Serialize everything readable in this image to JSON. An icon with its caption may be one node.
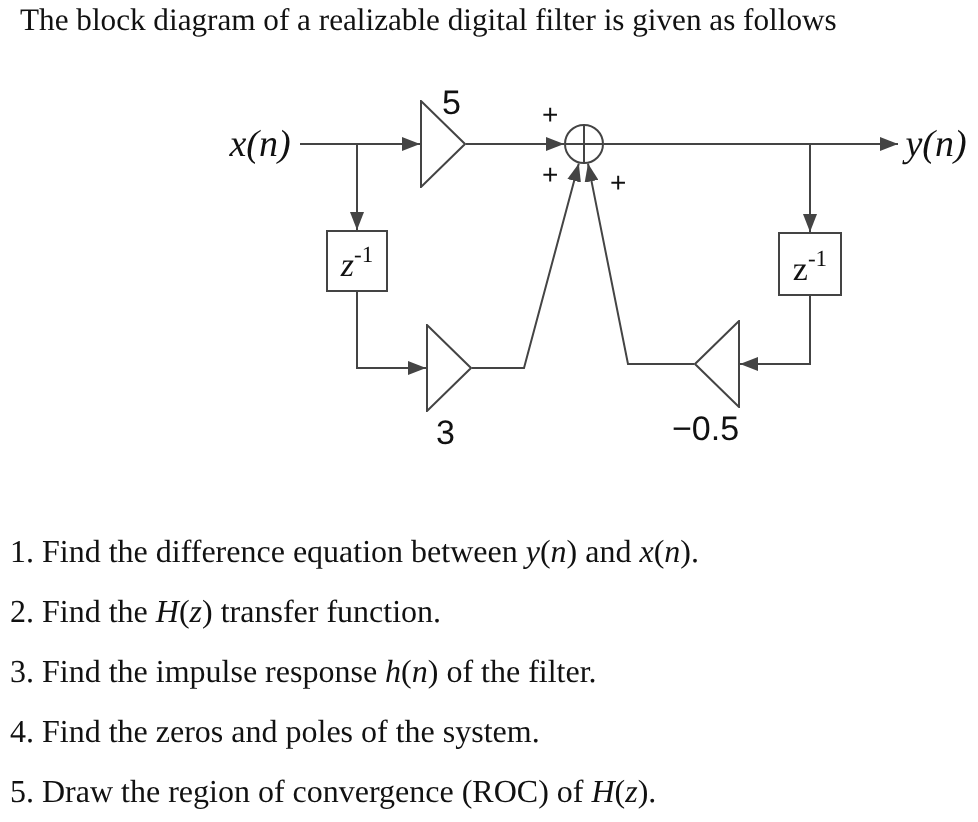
{
  "diagram": {
    "title": "The block diagram of a realizable digital filter is given as follows",
    "nodes": [
      {
        "text": [
          "x(n)"
        ]
      },
      {
        "text": [],
        "shape": "triangle",
        "beside": [
          "5"
        ]
      },
      {
        "text": [
          "*z*$^{-1}$"
        ]
      },
      {
        "text": [],
        "shape": "triangle",
        "beside": [
          "3"
        ]
      },
      {
        "text": [],
        "shape": "circle",
        "beside": [
          "+",
          "+",
          "+"
        ]
      },
      {
        "text": [
          "y(n)"
        ]
      },
      {
        "text": [
          "z$^{-1}$"
        ]
      },
      {
        "text": [],
        "shape": "triangle",
        "beside": [
          "−0.5"
        ]
      }
    ],
    "edges": [
      {
        "from": 0,
        "to": 1,
        "arrow": "to"
      },
      {
        "from": 0,
        "to": 2,
        "arrow": "to"
      },
      {
        "from": 1,
        "to": 4,
        "arrow": "to"
      },
      {
        "from": 2,
        "to": 3,
        "arrow": "to"
      },
      {
        "from": 3,
        "to": 4,
        "arrow": "to"
      },
      {
        "from": 4,
        "to": 5,
        "arrow": "to"
      },
      {
        "from": 4,
        "to": 6,
        "arrow": "to"
      },
      {
        "from": 6,
        "to": 7,
        "arrow": "to"
      },
      {
        "from": 7,
        "to": 4,
        "arrow": "to"
      }
    ],
    "labels": [
      "1. Find the difference equation between *y*(*n*) and *x*(*n*).",
      "2. Find the *H*(*z*) transfer function.",
      "3. Find the impulse response *h*(*n*) of the filter.",
      "4. Find the zeros and poles of the system.",
      "5. Draw the region of convergence (ROC) of *H*(*z*)."
    ]
  }
}
